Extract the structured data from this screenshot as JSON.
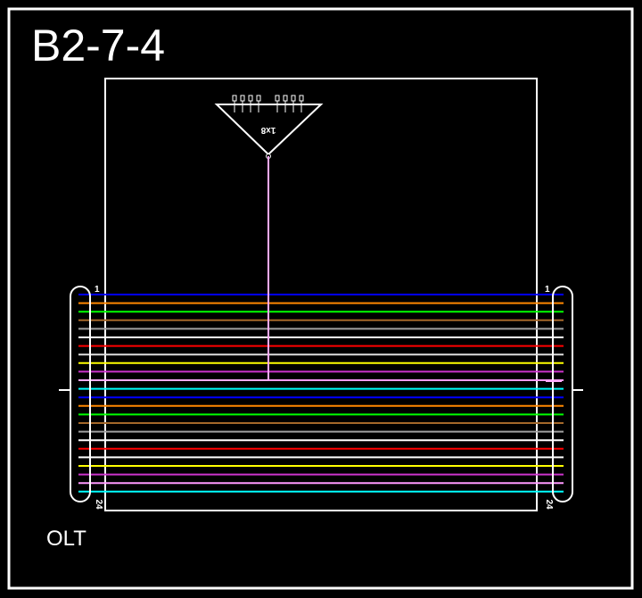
{
  "title": "B2-7-4",
  "olt_label": "OLT",
  "splitter": {
    "label": "1x8",
    "ports": 8
  },
  "port_start": "1",
  "port_end": "24",
  "colors": {
    "background": "#000000",
    "outline": "#ffffff",
    "drop_fiber": "#ffaaff"
  },
  "fibers": [
    "#0000ff",
    "#ff8800",
    "#00ff00",
    "#a5682a",
    "#a0a0a0",
    "#ffffff",
    "#ff0000",
    "#dddddd",
    "#ffff00",
    "#cc33cc",
    "#ff99ff",
    "#00ffff",
    "#0000ff",
    "#ff8800",
    "#00ff00",
    "#a5682a",
    "#a0a0a0",
    "#ffffff",
    "#ff0000",
    "#ffffff",
    "#ffff00",
    "#cc33cc",
    "#ff99ff",
    "#00ffff"
  ],
  "drop_from_fiber": 11
}
